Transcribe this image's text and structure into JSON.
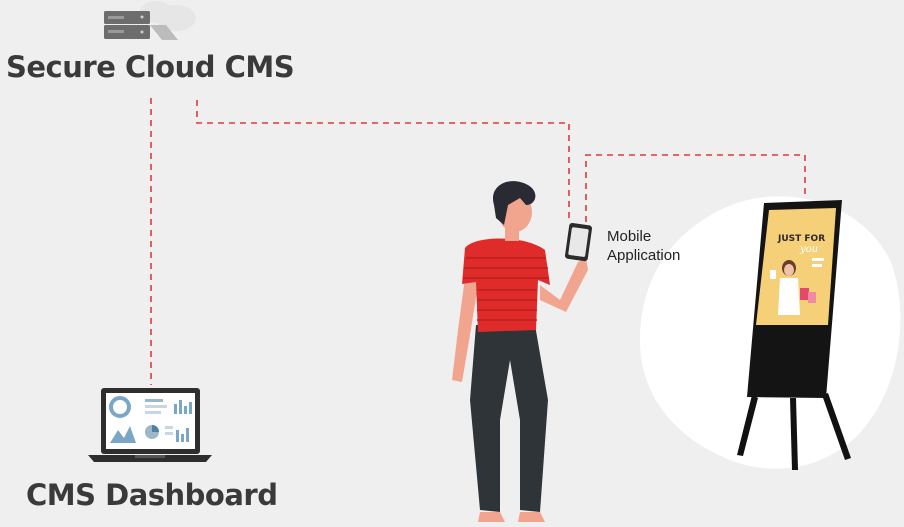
{
  "nodes": {
    "cloud": {
      "label": "Secure Cloud CMS",
      "icon": "server-cloud-icon"
    },
    "dashboard": {
      "label": "CMS Dashboard",
      "icon": "laptop-dashboard-icon"
    },
    "mobile": {
      "label_line1": "Mobile",
      "label_line2": "Application",
      "icon": "smartphone-icon"
    },
    "kiosk": {
      "icon": "digital-signage-stand-icon",
      "screen_headline": "JUST FOR",
      "screen_script": "you"
    }
  },
  "colors": {
    "background": "#efefef",
    "connector": "#e0393b",
    "shirt": "#e02b2b",
    "text": "#3a3a3a"
  }
}
